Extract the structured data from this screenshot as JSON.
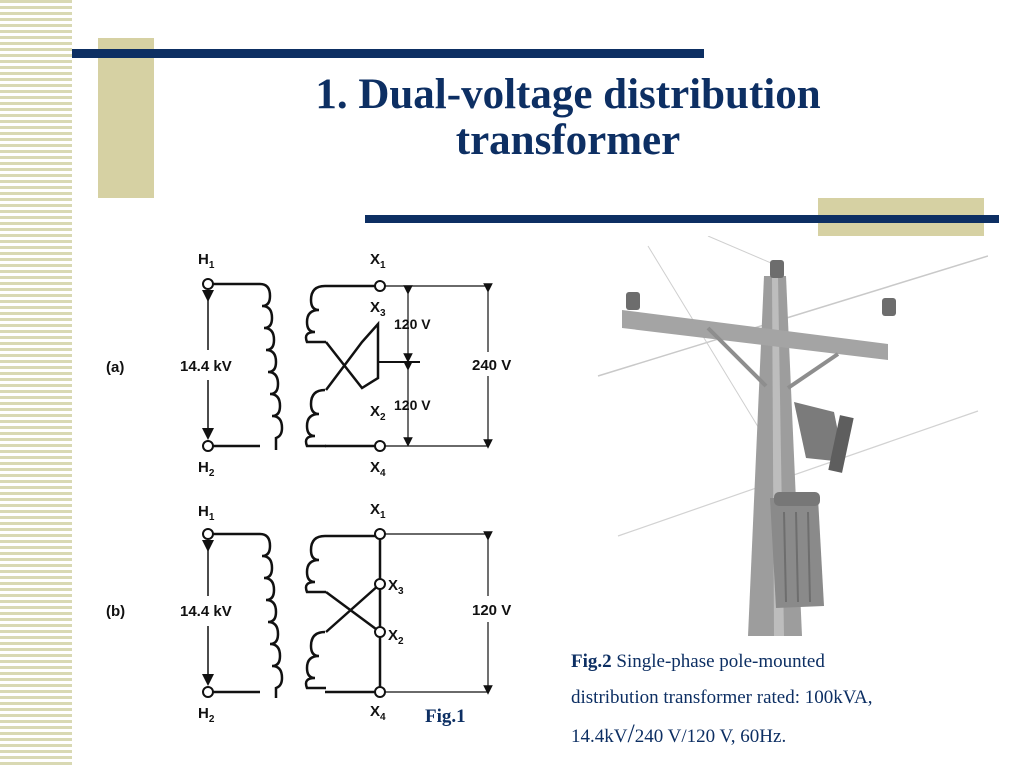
{
  "slide": {
    "title_line1": "1. Dual-voltage distribution",
    "title_line2": "transformer"
  },
  "figure1": {
    "caption": "Fig.1",
    "panel_a": {
      "label": "(a)",
      "primary_voltage": "14.4 kV",
      "h_top": "H",
      "h_top_sub": "1",
      "h_bottom": "H",
      "h_bottom_sub": "2",
      "x1": "X",
      "x1_sub": "1",
      "x3": "X",
      "x3_sub": "3",
      "x2": "X",
      "x2_sub": "2",
      "x4": "X",
      "x4_sub": "4",
      "upper_secondary": "120 V",
      "lower_secondary": "120 V",
      "total_secondary": "240 V"
    },
    "panel_b": {
      "label": "(b)",
      "primary_voltage": "14.4 kV",
      "h_top": "H",
      "h_top_sub": "1",
      "h_bottom": "H",
      "h_bottom_sub": "2",
      "x1": "X",
      "x1_sub": "1",
      "x3": "X",
      "x3_sub": "3",
      "x2": "X",
      "x2_sub": "2",
      "x4": "X",
      "x4_sub": "4",
      "total_secondary": "120 V"
    }
  },
  "figure2": {
    "label": "Fig.2",
    "text_line1": " Single-phase pole-mounted",
    "text_line2": "distribution transformer rated: 100kVA,",
    "text_line3_a": "14.4kV",
    "text_line3_slash": "/",
    "text_line3_b": "240 V/120 V, 60Hz."
  },
  "colors": {
    "navy": "#0d2f63",
    "tan": "#d6d1a3",
    "stripe": "#d9d9b3"
  }
}
